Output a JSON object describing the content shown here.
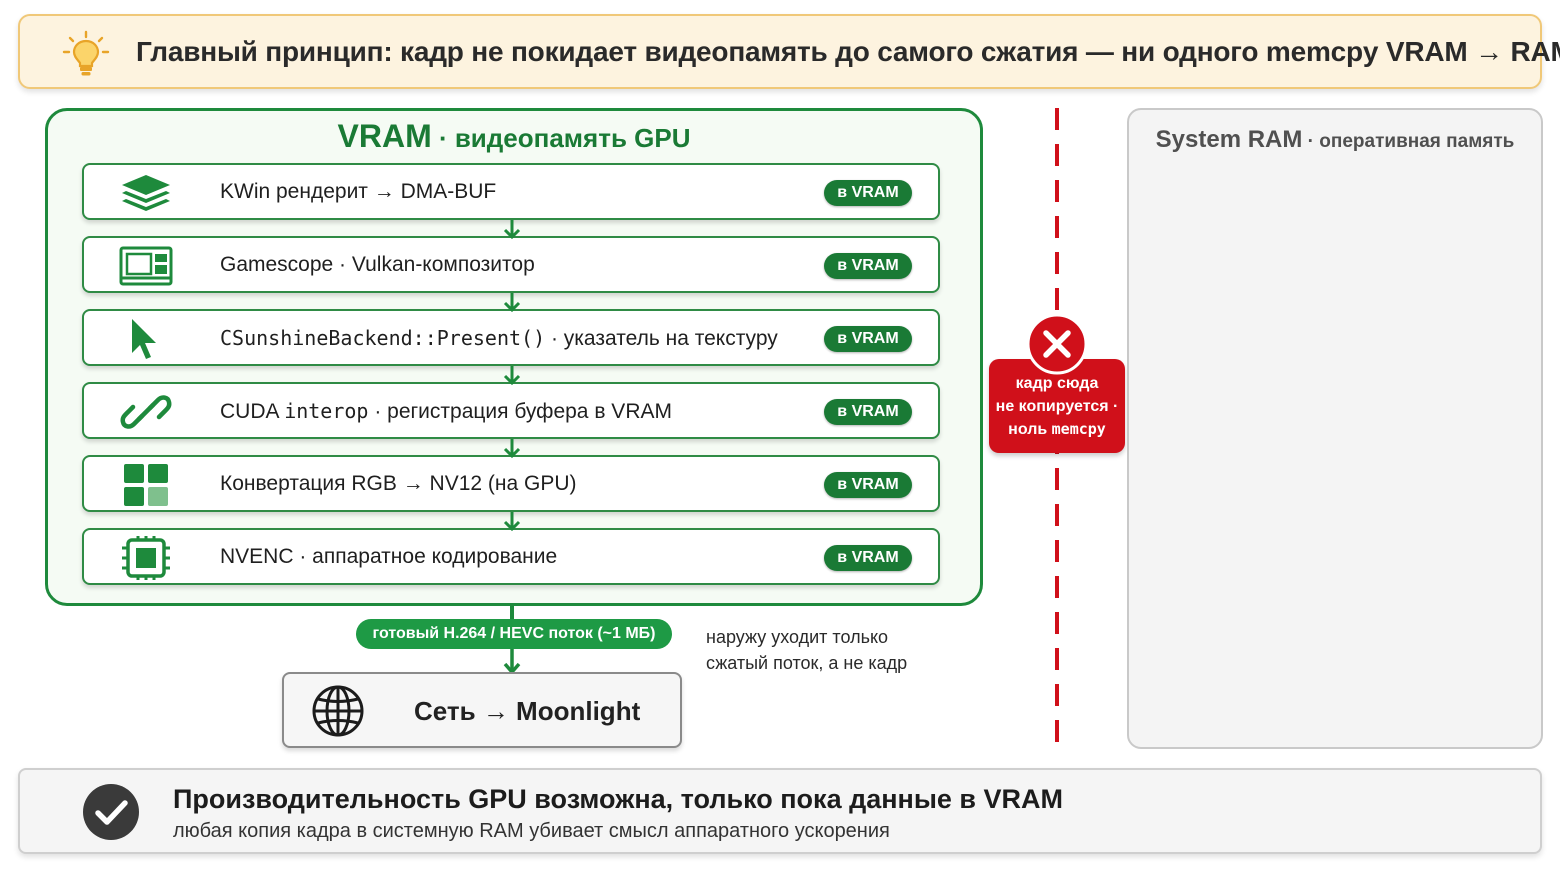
{
  "banner": {
    "icon": "lightbulb-icon",
    "text": "Главный принцип: кадр не покидает видеопамять до самого сжатия — ни одного memcpy VRAM → RAM"
  },
  "vram": {
    "title_main": "VRAM",
    "title_sep": " · ",
    "title_sub": "видеопамять GPU",
    "badge": "в VRAM",
    "steps": [
      {
        "icon": "layers-icon",
        "label": "KWin рендерит  →  DMA-BUF"
      },
      {
        "icon": "compositor-window-icon",
        "label": "Gamescope  ·  Vulkan-композитор"
      },
      {
        "icon": "pointer-cursor-icon",
        "label_code": "CSunshineBackend::Present()",
        "label_rest": "  ·  указатель на текстуру"
      },
      {
        "icon": "link-icon",
        "label_pre": "CUDA ",
        "label_code": "interop",
        "label_rest": "  ·  регистрация буфера в VRAM"
      },
      {
        "icon": "grid-icon",
        "label": "Конвертация  RGB  →  NV12  (на GPU)"
      },
      {
        "icon": "chip-icon",
        "label": "NVENC  ·  аппаратное кодирование"
      }
    ]
  },
  "stream": {
    "pill": "готовый H.264 / HEVC поток (~1 МБ)",
    "note_line1": "наружу уходит только",
    "note_line2": "сжатый поток, а не кадр"
  },
  "network": {
    "icon": "globe-icon",
    "label": "Сеть  →  Moonlight"
  },
  "blocked": {
    "icon": "close-x-icon",
    "line1": "кадр сюда",
    "line2": "не копируется ·",
    "line3_pre": "ноль ",
    "line3_code": "memcpy"
  },
  "sysram": {
    "title_main": "System RAM",
    "title_sep": " · ",
    "title_sub": "оперативная память"
  },
  "footer": {
    "icon": "check-circle-icon",
    "title": "Производительность GPU возможна, только пока данные в VRAM",
    "subtitle": "любая копия кадра в системную RAM убивает смысл аппаратного ускорения"
  },
  "colors": {
    "vram_green": "#1e8a3c",
    "badge_green": "#1a7a35",
    "alert_red": "#d0101a",
    "banner_bg": "#fdf3df",
    "banner_border": "#f0c878"
  }
}
